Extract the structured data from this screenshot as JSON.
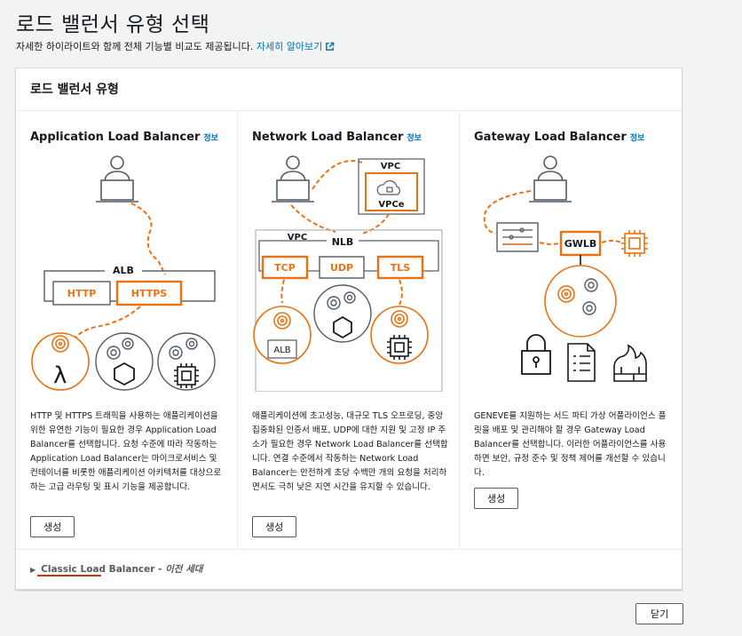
{
  "page": {
    "title": "로드 밸런서 유형 선택",
    "subtitle": "자세한 하이라이트와 함께 전체 기능별 비교도 제공됩니다.",
    "learn_more": "자세히 알아보기"
  },
  "panel": {
    "header": "로드 밸런서 유형",
    "cards": [
      {
        "title": "Application Load Balancer",
        "info": "정보",
        "description": "HTTP 및 HTTPS 트래픽을 사용하는 애플리케이션을 위한 유연한 기능이 필요한 경우 Application Load Balancer를 선택합니다. 요청 수준에 따라 작동하는 Application Load Balancer는 마이크로서비스 및 컨테이너를 비롯한 애플리케이션 아키텍처를 대상으로 하는 고급 라우팅 및 표시 기능을 제공합니다.",
        "button": "생성",
        "diagram": {
          "alb": "ALB",
          "http": "HTTP",
          "https": "HTTPS"
        }
      },
      {
        "title": "Network Load Balancer",
        "info": "정보",
        "description": "애플리케이션에 초고성능, 대규모 TLS 오프로딩, 중앙 집중화된 인증서 배포, UDP에 대한 지원 및 고정 IP 주소가 필요한 경우 Network Load Balancer를 선택합니다. 연결 수준에서 작동하는 Network Load Balancer는 안전하게 초당 수백만 개의 요청을 처리하면서도 극히 낮은 지연 시간을 유지할 수 있습니다.",
        "button": "생성",
        "diagram": {
          "vpc_top": "VPC",
          "vpce": "VPCe",
          "vpc": "VPC",
          "nlb": "NLB",
          "tcp": "TCP",
          "udp": "UDP",
          "tls": "TLS",
          "alb": "ALB"
        }
      },
      {
        "title": "Gateway Load Balancer",
        "info": "정보",
        "description": "GENEVE를 지원하는 서드 파티 가상 어플라이언스 플릿을 배포 및 관리해야 할 경우 Gateway Load Balancer를 선택합니다. 이러한 어플라이언스를 사용하면 보안, 규정 준수 및 정책 제어를 개선할 수 있습니다.",
        "button": "생성",
        "diagram": {
          "gwlb": "GWLB"
        }
      }
    ],
    "classic": {
      "label": "Classic Load Balancer",
      "suffix": " - 이전 세대"
    }
  },
  "footer": {
    "close": "닫기"
  },
  "colors": {
    "accent": "#ec7211",
    "link": "#0073bb",
    "border": "#d5dbdb",
    "marker": "#d13212"
  }
}
